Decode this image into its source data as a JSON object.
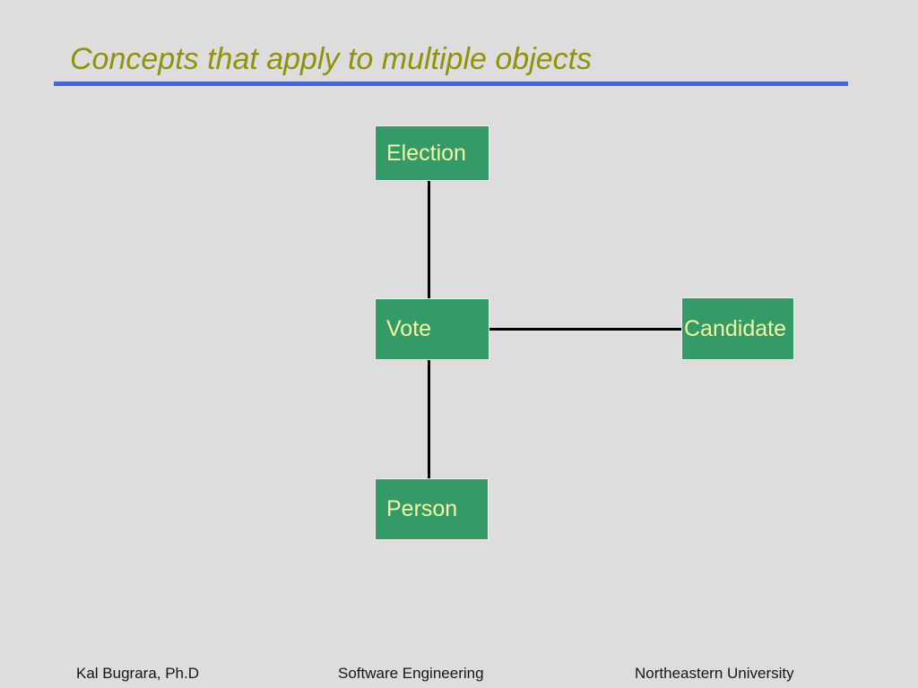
{
  "slide": {
    "title": "Concepts that apply to multiple objects",
    "background_color": "#dddddd",
    "title_color": "#909209",
    "rule_color": "#3e69e6"
  },
  "diagram": {
    "type": "node-link",
    "node_fill": "#339a68",
    "node_text_color": "#f2f7a2",
    "edge_color": "#000000",
    "nodes": [
      {
        "id": "election",
        "label": "Election"
      },
      {
        "id": "vote",
        "label": "Vote"
      },
      {
        "id": "candidate",
        "label": "Candidate"
      },
      {
        "id": "person",
        "label": "Person"
      }
    ],
    "edges": [
      {
        "from": "election",
        "to": "vote"
      },
      {
        "from": "vote",
        "to": "candidate"
      },
      {
        "from": "vote",
        "to": "person"
      }
    ]
  },
  "footer": {
    "author": "Kal Bugrara, Ph.D",
    "course": "Software Engineering",
    "organization": "Northeastern University"
  }
}
